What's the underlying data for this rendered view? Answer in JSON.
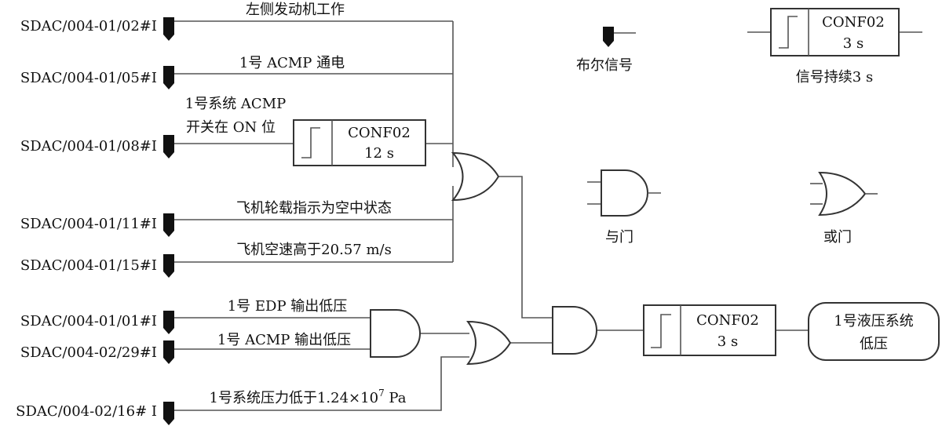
{
  "inputs": [
    {
      "id": "SDAC/004-01/02#I",
      "signal": "左侧发动机工作"
    },
    {
      "id": "SDAC/004-01/05#I",
      "signal": "1号 ACMP 通电"
    },
    {
      "id": "SDAC/004-01/08#I",
      "signal_line1": "1号系统 ACMP",
      "signal_line2": "开关在 ON 位"
    },
    {
      "id": "SDAC/004-01/11#I",
      "signal": "飞机轮载指示为空中状态"
    },
    {
      "id": "SDAC/004-01/15#I",
      "signal": "飞机空速高于20.57 m/s"
    },
    {
      "id": "SDAC/004-01/01#I",
      "signal": "1号 EDP 输出低压"
    },
    {
      "id": "SDAC/004-02/29#I",
      "signal": "1号 ACMP 输出低压"
    },
    {
      "id": "SDAC/004-02/16# I",
      "signal_prefix": "1号系统压力低于1.24×10",
      "signal_sup": "7",
      "signal_suffix": " Pa"
    }
  ],
  "timers": [
    {
      "name": "CONF02",
      "time": "12 s"
    },
    {
      "name": "CONF02",
      "time": "3 s"
    }
  ],
  "output": {
    "line1": "1号液压系统",
    "line2": "低压"
  },
  "legend": {
    "bool_signal": "布尔信号",
    "timer_name": "CONF02",
    "timer_time": "3 s",
    "timer_caption": "信号持续3 s",
    "and_gate": "与门",
    "or_gate": "或门"
  }
}
